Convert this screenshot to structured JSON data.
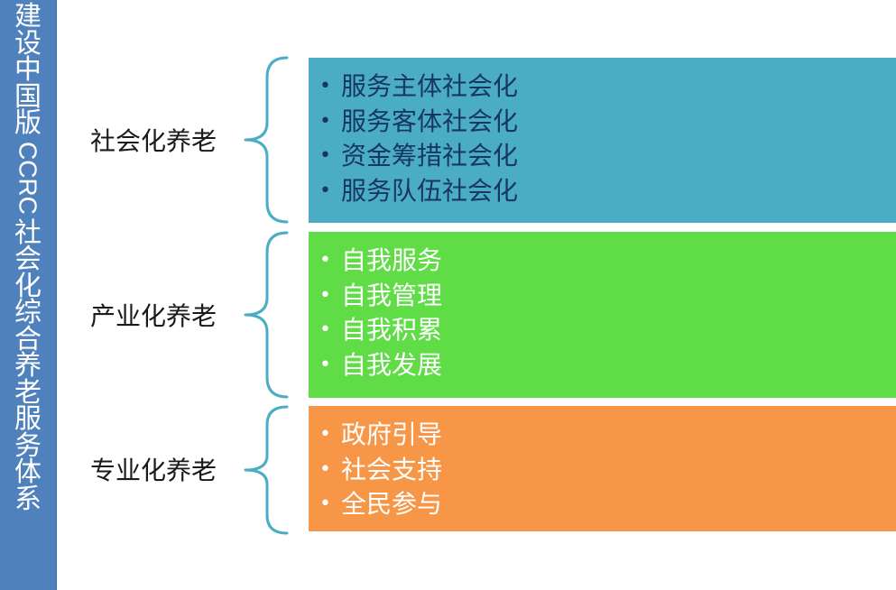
{
  "sidebar": {
    "title": "建设中国版CCRC社会化综合养老服务体系",
    "chars": [
      "建",
      "设",
      "中",
      "国",
      "版",
      "CCRC",
      "社",
      "会",
      "化",
      "综",
      "合",
      "养",
      "老",
      "服",
      "务",
      "体",
      "系"
    ]
  },
  "groups": [
    {
      "label": "社会化养老",
      "color": "#4bacc6",
      "items": [
        "服务主体社会化",
        "服务客体社会化",
        "资金筹措社会化",
        "服务队伍社会化"
      ]
    },
    {
      "label": "产业化养老",
      "color": "#5fdc46",
      "items": [
        "自我服务",
        "自我管理",
        "自我积累",
        "自我发展"
      ]
    },
    {
      "label": "专业化养老",
      "color": "#f79646",
      "items": [
        "政府引导",
        "社会支持",
        "全民参与"
      ]
    }
  ],
  "colors": {
    "sidebar": "#4f81bd",
    "brace": "#4bacc6"
  }
}
